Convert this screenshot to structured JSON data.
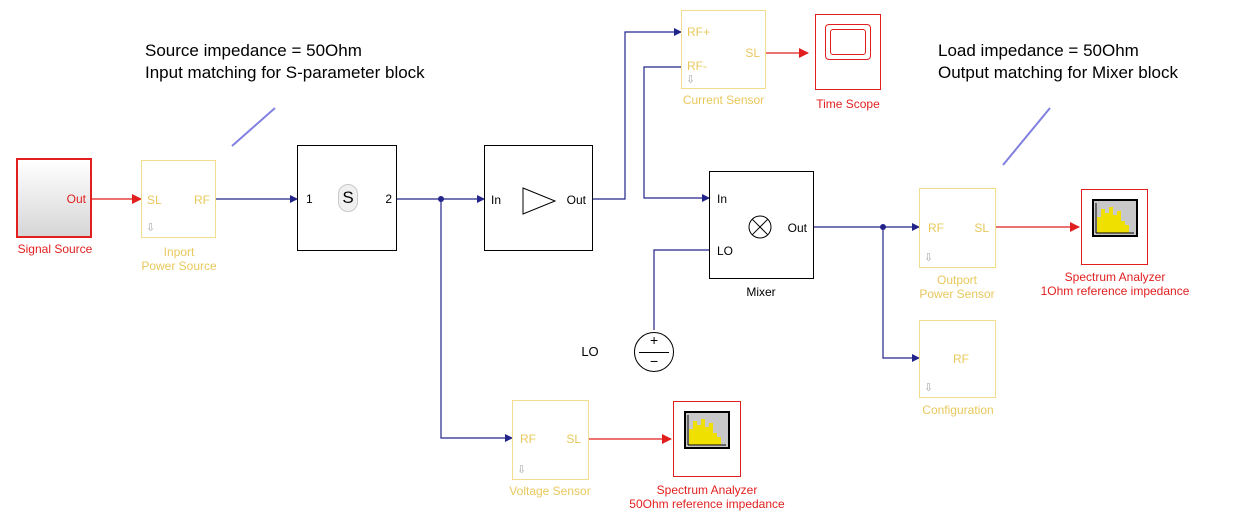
{
  "annotations": {
    "source_line1": "Source impedance = 50Ohm",
    "source_line2": "Input matching for S-parameter block",
    "load_line1": "Load impedance = 50Ohm",
    "load_line2": "Output matching for Mixer block"
  },
  "blocks": {
    "signal_source": {
      "out_port": "Out",
      "label": "Signal Source"
    },
    "inport": {
      "port_sl": "SL",
      "port_rf": "RF",
      "label_line1": "Inport",
      "label_line2": "Power Source"
    },
    "sparam": {
      "port_in": "1",
      "port_out": "2",
      "symbol": "S"
    },
    "amplifier": {
      "port_in": "In",
      "port_out": "Out"
    },
    "current_sensor": {
      "port_rfplus": "RF+",
      "port_rfminus": "RF-",
      "port_sl": "SL",
      "label": "Current Sensor"
    },
    "time_scope": {
      "label": "Time Scope"
    },
    "mixer": {
      "port_in": "In",
      "port_lo": "LO",
      "port_out": "Out",
      "label": "Mixer"
    },
    "lo_source": {
      "label": "LO",
      "plus": "+",
      "minus": "−"
    },
    "outport": {
      "port_rf": "RF",
      "port_sl": "SL",
      "label_line1": "Outport",
      "label_line2": "Power Sensor"
    },
    "configuration": {
      "port_rf": "RF",
      "label": "Configuration"
    },
    "spectrum_1ohm": {
      "label_line1": "Spectrum  Analyzer",
      "label_line2": "1Ohm reference impedance"
    },
    "voltage_sensor": {
      "port_rf": "RF",
      "port_sl": "SL",
      "label": "Voltage Sensor"
    },
    "spectrum_50ohm": {
      "label_line1": "Spectrum  Analyzer",
      "label_line2": "50Ohm reference impedance"
    }
  },
  "colors": {
    "rf_line": "#22248a",
    "signal_line": "#e21f1f",
    "rf_block_border": "#f2dc8e",
    "rf_block_text": "#e8c85c",
    "source_block": "#e21f1f",
    "note_line": "#8080e0",
    "spectrum_bars": "#f0e000"
  }
}
